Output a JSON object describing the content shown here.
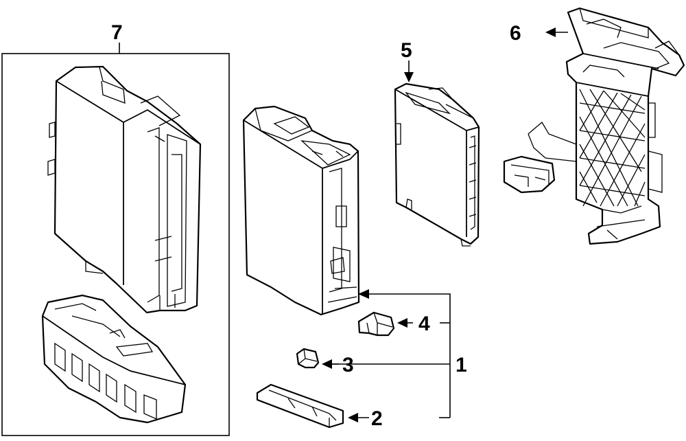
{
  "callouts": [
    {
      "id": "callout-1",
      "text": "1"
    },
    {
      "id": "callout-2",
      "text": "2"
    },
    {
      "id": "callout-3",
      "text": "3"
    },
    {
      "id": "callout-4",
      "text": "4"
    },
    {
      "id": "callout-5",
      "text": "5"
    },
    {
      "id": "callout-6",
      "text": "6"
    },
    {
      "id": "callout-7",
      "text": "7"
    }
  ]
}
